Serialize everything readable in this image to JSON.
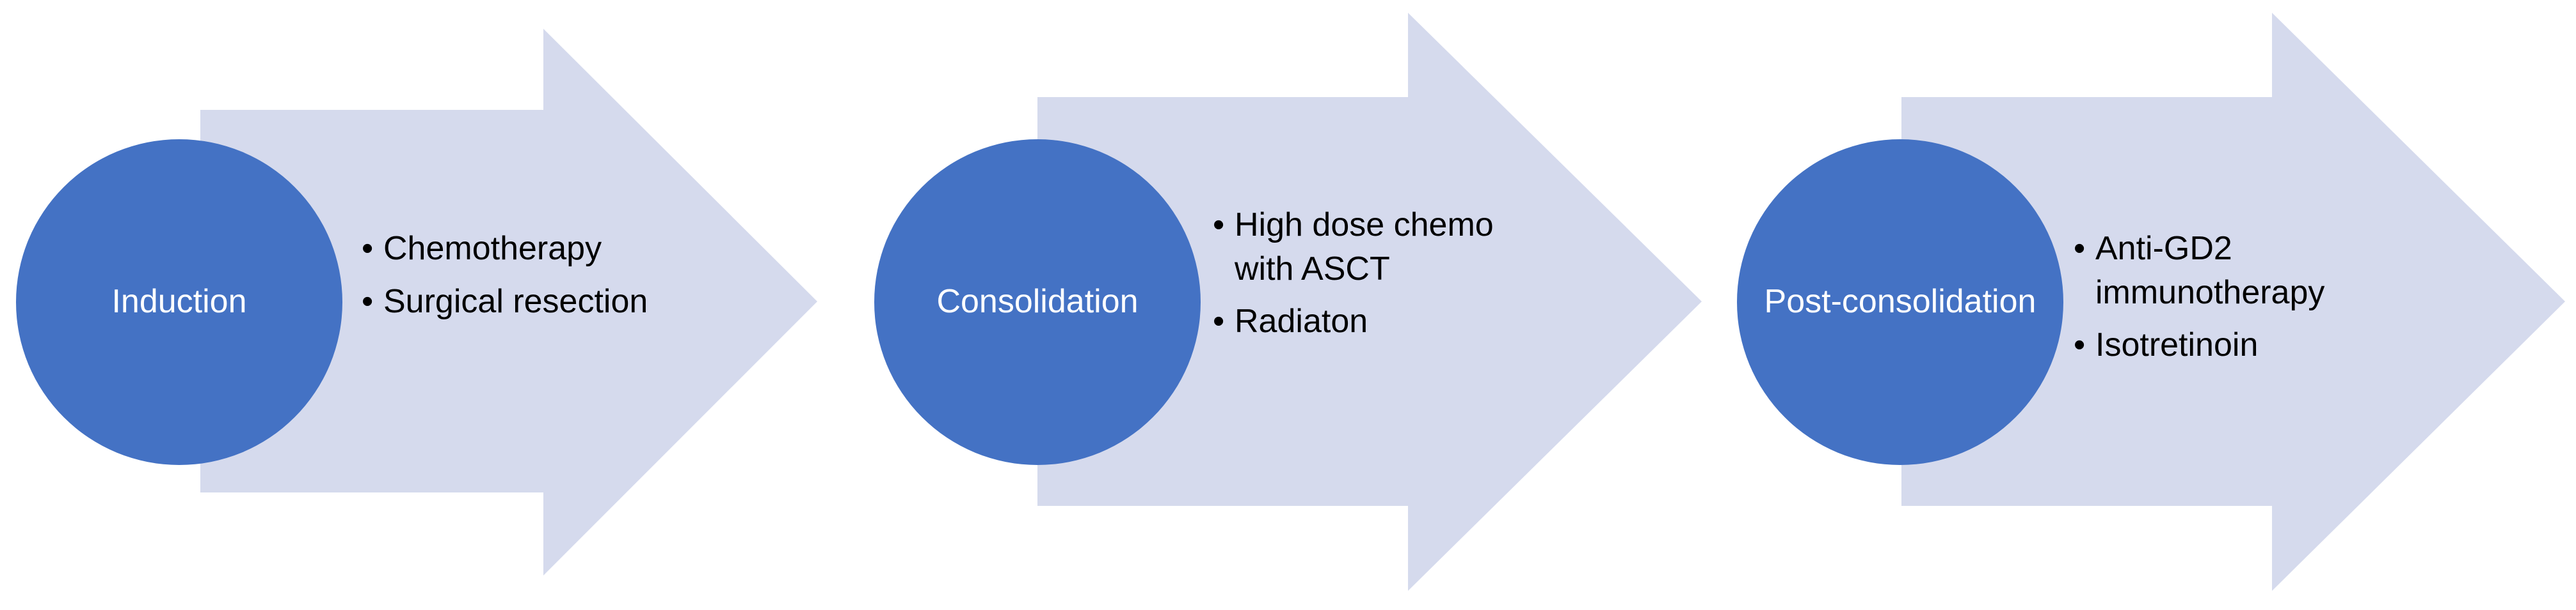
{
  "colors": {
    "circle_fill": "#4472C4",
    "arrow_fill": "#D5DAED",
    "circle_text": "#ffffff",
    "bullet_text": "#000000"
  },
  "stages": [
    {
      "title": "Induction",
      "bullets": [
        "Chemotherapy",
        "Surgical resection"
      ]
    },
    {
      "title": "Consolidation",
      "bullets": [
        "High dose chemo with ASCT",
        "Radiaton"
      ]
    },
    {
      "title": "Post-consolidation",
      "bullets": [
        "Anti-GD2 immunotherapy",
        "Isotretinoin"
      ]
    }
  ]
}
